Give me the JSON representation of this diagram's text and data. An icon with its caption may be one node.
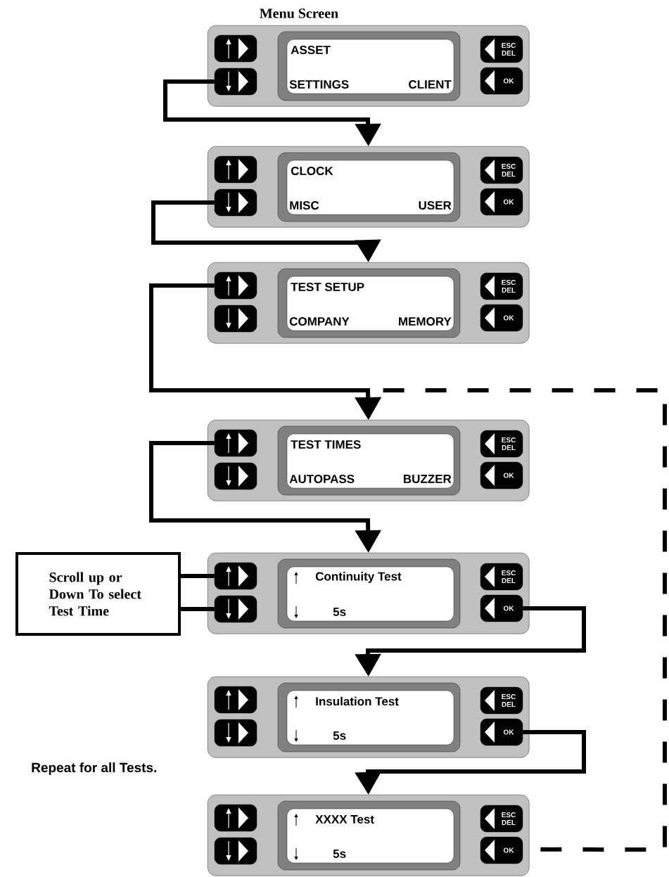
{
  "diagram": {
    "nodes": [
      {
        "text": [
          "Menu Screen"
        ]
      },
      {
        "text": [],
        "shape": "box",
        "in": 0
      },
      {
        "text": [],
        "shape": "box",
        "in": 0
      },
      {
        "text": [
          "ASSET",
          "SETTINGS",
          "CLIENT"
        ],
        "in": 0
      },
      {
        "text": [
          "ESC DEL"
        ],
        "in": 0
      },
      {
        "text": [
          "OK"
        ],
        "in": 0
      },
      {
        "text": [],
        "shape": "box"
      },
      {
        "text": [],
        "shape": "box",
        "in": 6
      },
      {
        "text": [],
        "shape": "box",
        "in": 6
      },
      {
        "text": [
          "CLOCK",
          "MISC",
          "USER"
        ],
        "in": 6
      },
      {
        "text": [
          "ESC DEL"
        ],
        "in": 6
      },
      {
        "text": [
          "OK"
        ],
        "in": 6
      },
      {
        "text": [],
        "shape": "box"
      },
      {
        "text": [],
        "shape": "box",
        "in": 12
      },
      {
        "text": [],
        "shape": "box",
        "in": 12
      },
      {
        "text": [
          "TEST SETUP",
          "COMPANY",
          "MEMORY"
        ],
        "in": 12
      },
      {
        "text": [
          "ESC DEL"
        ],
        "in": 12
      },
      {
        "text": [
          "OK"
        ],
        "in": 12
      },
      {
        "text": [],
        "shape": "box"
      },
      {
        "text": [],
        "shape": "box",
        "in": 18
      },
      {
        "text": [],
        "shape": "box",
        "in": 18
      },
      {
        "text": [
          "TEST TIMES",
          "AUTOPASS",
          "BUZZER"
        ],
        "in": 18
      },
      {
        "text": [
          "ESC DEL"
        ],
        "in": 18
      },
      {
        "text": [
          "OK"
        ],
        "in": 18
      },
      {
        "text": [],
        "shape": "box"
      },
      {
        "text": [],
        "shape": "box",
        "in": 24
      },
      {
        "text": [],
        "shape": "box",
        "in": 24
      },
      {
        "text": [
          "Continuity Test",
          "5s"
        ],
        "in": 24
      },
      {
        "text": [
          "ESC DEL"
        ],
        "in": 24
      },
      {
        "text": [
          "OK"
        ],
        "in": 24
      },
      {
        "text": [],
        "shape": "box"
      },
      {
        "text": [],
        "shape": "box",
        "in": 30
      },
      {
        "text": [],
        "shape": "box",
        "in": 30
      },
      {
        "text": [
          "Insulation Test",
          "5s"
        ],
        "in": 30
      },
      {
        "text": [
          "ESC DEL"
        ],
        "in": 30
      },
      {
        "text": [
          "OK"
        ],
        "in": 30
      },
      {
        "text": [],
        "shape": "box"
      },
      {
        "text": [],
        "shape": "box",
        "in": 36
      },
      {
        "text": [],
        "shape": "box",
        "in": 36
      },
      {
        "text": [
          "XXXX Test",
          "5s"
        ],
        "in": 36
      },
      {
        "text": [
          "ESC DEL"
        ],
        "in": 36
      },
      {
        "text": [
          "OK"
        ],
        "in": 36
      },
      {
        "text": [
          "Scroll up or Down To select Test Time"
        ]
      }
    ],
    "edges": [
      {
        "from": 2,
        "to": 6,
        "arrow": "to"
      },
      {
        "from": 8,
        "to": 12,
        "arrow": "to"
      },
      {
        "from": 13,
        "to": 18,
        "arrow": "to"
      },
      {
        "from": 19,
        "to": 24,
        "arrow": "to"
      },
      {
        "from": 29,
        "to": 30,
        "arrow": "to"
      },
      {
        "from": 35,
        "to": 36,
        "arrow": "to"
      },
      {
        "from": 36,
        "to": 18,
        "arrow": "to",
        "style": "dashed"
      },
      {
        "from": 42,
        "to": 25,
        "arrow": "none"
      },
      {
        "from": 42,
        "to": 26,
        "arrow": "none"
      }
    ],
    "labels": [
      "Repeat for all Tests."
    ]
  }
}
